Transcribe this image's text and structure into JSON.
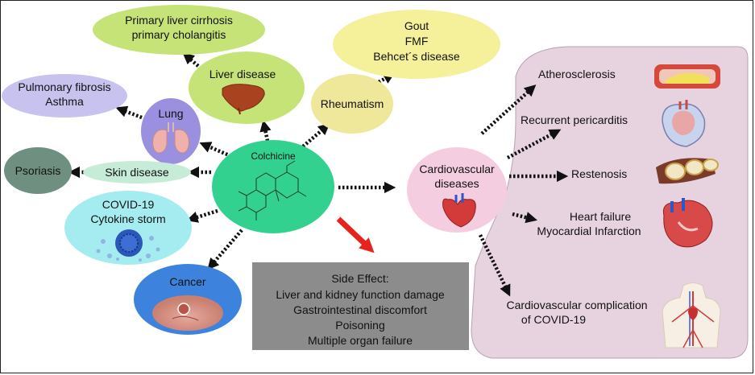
{
  "center": {
    "label": "Colchicine"
  },
  "nodes": {
    "liver_disease": {
      "label": "Liver disease",
      "color": "#c6e377"
    },
    "liver_outcomes": {
      "line1": "Primary liver cirrhosis",
      "line2": "primary cholangitis",
      "color": "#c6e377"
    },
    "lung": {
      "label": "Lung",
      "color": "#9b8fe0"
    },
    "lung_outcomes": {
      "line1": "Pulmonary fibrosis",
      "line2": "Asthma",
      "color": "#c8c2ef"
    },
    "skin_disease": {
      "label": "Skin disease",
      "color": "#c6ecd8"
    },
    "psoriasis": {
      "label": "Psoriasis",
      "color": "#6f8f80"
    },
    "covid": {
      "line1": "COVID-19",
      "line2": "Cytokine storm",
      "color": "#a4ecef"
    },
    "cancer": {
      "label": "Cancer",
      "color": "#3d82dd"
    },
    "rheumatism": {
      "label": "Rheumatism",
      "color": "#efe79a"
    },
    "rheum_outcomes": {
      "line1": "Gout",
      "line2": "FMF",
      "line3": "Behcet´s disease",
      "color": "#f5f09a"
    },
    "cardio": {
      "line1": "Cardiovascular",
      "line2": "diseases",
      "color": "#f5cde0"
    }
  },
  "side_effect": {
    "title": "Side Effect:",
    "items": [
      "Liver and kidney function damage",
      "Gastrointestinal discomfort",
      "Poisoning",
      "Multiple organ failure"
    ],
    "color": "#8c8c8c"
  },
  "cardio_outcomes": {
    "atherosclerosis": "Atherosclerosis",
    "pericarditis": "Recurrent pericarditis",
    "restenosis": "Restenosis",
    "hf_line1": "Heart failure",
    "hf_line2": "Myocardial Infarction",
    "covid_line1": "Cardiovascular complication",
    "covid_line2": "of COVID-19"
  },
  "colors": {
    "center": "#33d18f",
    "cardio_panel": "#e7d3df",
    "arrow": "#111111",
    "warning_arrow": "#e8231e"
  }
}
